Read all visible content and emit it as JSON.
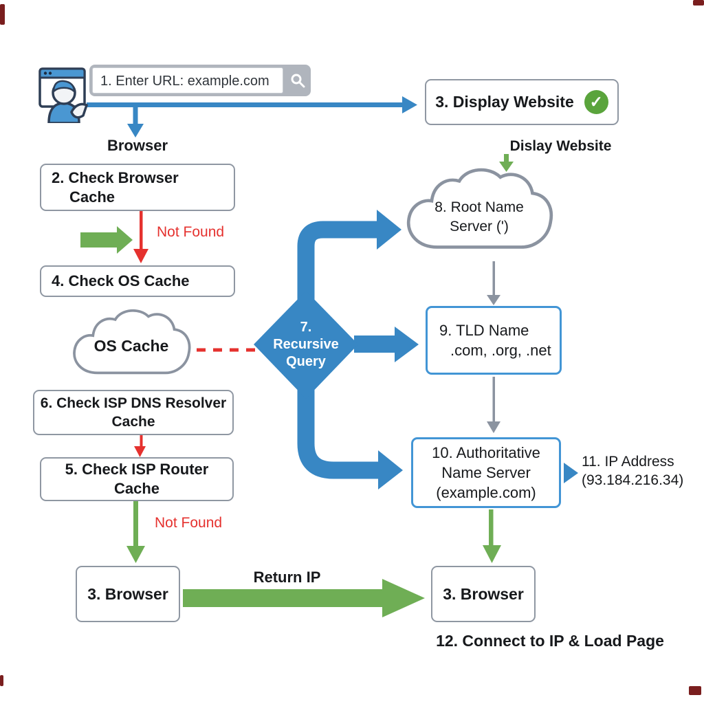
{
  "colors": {
    "blue": "#3887c4",
    "blue_border": "#4295d5",
    "green": "#6fae55",
    "green_check": "#5aa43c",
    "red": "#e5312e",
    "gray_border": "#8f97a2",
    "gray_arrow": "#8b93a0",
    "text": "#17191c"
  },
  "search": {
    "value": "1. Enter URL: example.com",
    "icon": "magnifier"
  },
  "labels": {
    "browser": "Browser",
    "dislay_website": "Dislay Website",
    "not_found_top": "Not Found",
    "not_found_bottom": "Not Found",
    "return_ip": "Return IP",
    "connect": "12. Connect to IP & Load Page",
    "ip_line1": "11. IP Address",
    "ip_line2": "(93.184.216.34)",
    "check_glyph": "✓"
  },
  "boxes": {
    "display_website": "3. Display Website",
    "check_browser_cache": {
      "line1": "2. Check Browser",
      "line2": "Cache"
    },
    "check_os_cache": "4. Check OS Cache",
    "os_cache_cloud": "OS Cache",
    "check_isp_dns": {
      "line1": "6. Check ISP DNS Resolver",
      "line2": "Cache"
    },
    "check_isp_router": {
      "line1": "5. Check ISP Router",
      "line2": "Cache"
    },
    "browser_left": "3. Browser",
    "browser_right": "3. Browser",
    "root_cloud": {
      "line1": "8. Root Name",
      "line2": "Server (')"
    },
    "tld": {
      "line1": "9. TLD Name",
      "line2": ".com, .org, .net"
    },
    "authoritative": {
      "line1": "10. Authoritative",
      "line2": "Name Server",
      "line3": "(example.com)"
    },
    "diamond": {
      "line1": "7.",
      "line2": "Recursive",
      "line3": "Query"
    }
  }
}
